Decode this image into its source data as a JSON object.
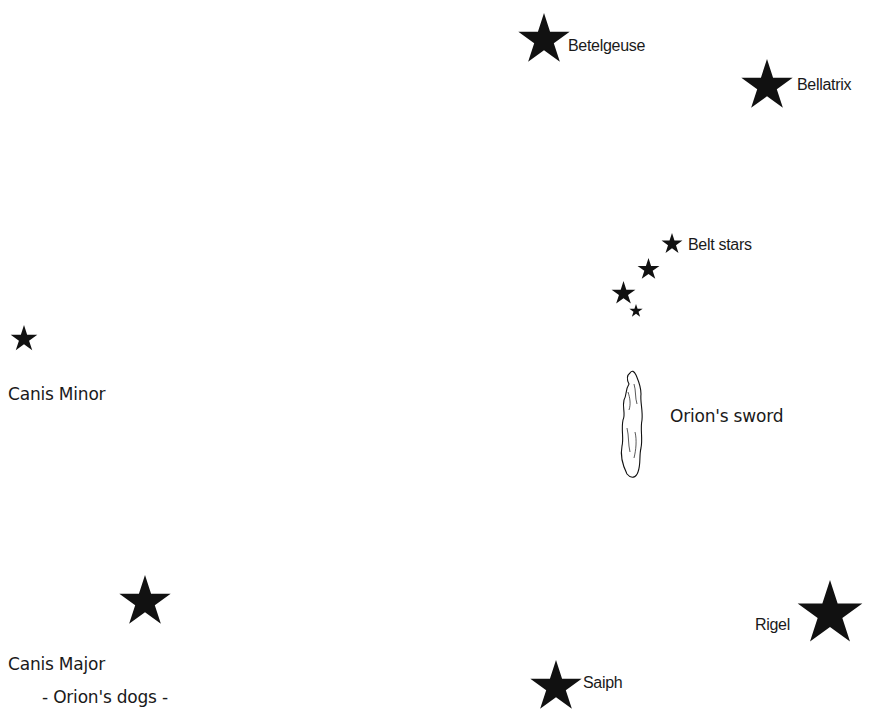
{
  "diagram": {
    "labels": [
      "Betelgeuse",
      "Bellatrix",
      "Belt stars",
      "Canis Minor",
      "Orion's sword",
      "Rigel",
      "Canis Major",
      "Saiph",
      "- Orion's dogs -"
    ]
  }
}
